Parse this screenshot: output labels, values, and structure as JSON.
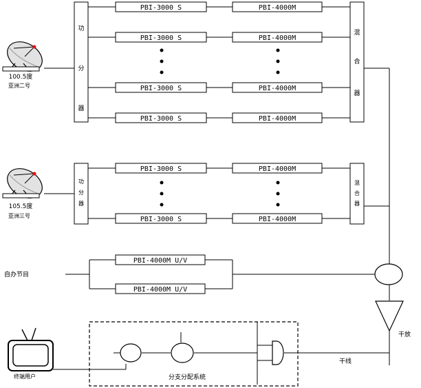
{
  "dish1": {
    "line1": "100.5度",
    "line2": "亚洲二号"
  },
  "dish2": {
    "line1": "105.5度",
    "line2": "亚洲三号"
  },
  "splitter_chars": [
    "功",
    "分",
    "器"
  ],
  "combiner_chars": [
    "混",
    "合",
    "器"
  ],
  "receiver_label": "PBI-3000 S",
  "modulator_label": "PBI-4000M",
  "self_mod_label": "PBI-4000M U/V",
  "self_program_label": "自办节目",
  "trunk_amp_label": "干放",
  "trunk_line_label": "干线",
  "distribution_label": "分支分配系统",
  "terminal_label": "终端用户"
}
